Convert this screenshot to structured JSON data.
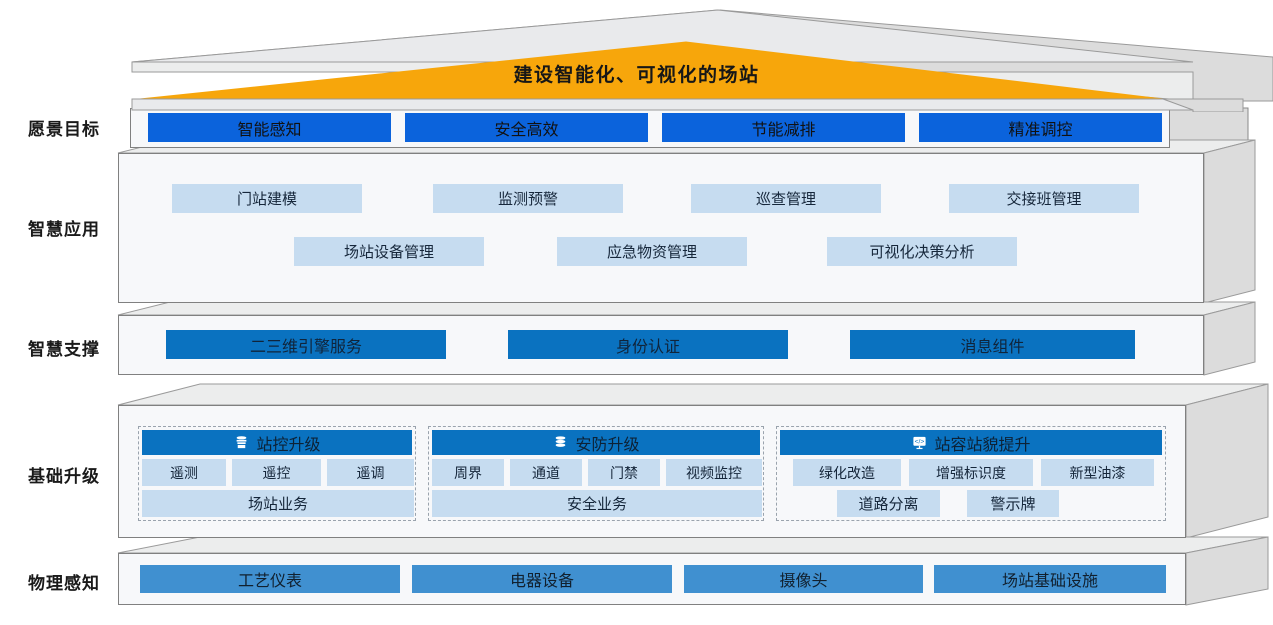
{
  "roof": {
    "title": "建设智能化、可视化的场站",
    "accent_color": "#F7A60B"
  },
  "tiers": [
    {
      "label": "愿景目标"
    },
    {
      "label": "智慧应用"
    },
    {
      "label": "智慧支撑"
    },
    {
      "label": "基础升级"
    },
    {
      "label": "物理感知"
    }
  ],
  "vision": {
    "items": [
      "智能感知",
      "安全高效",
      "节能减排",
      "精准调控"
    ],
    "color": "#0B63DC"
  },
  "application": {
    "row1": [
      "门站建模",
      "监测预警",
      "巡查管理",
      "交接班管理"
    ],
    "row2": [
      "场站设备管理",
      "应急物资管理",
      "可视化决策分析"
    ],
    "color": "#C6DCF0"
  },
  "support": {
    "items": [
      "二三维引擎服务",
      "身份认证",
      "消息组件"
    ],
    "color": "#0A72C0"
  },
  "basic": {
    "groups": [
      {
        "title": "站控升级",
        "icon": "database-stack-icon",
        "subitems": [
          "遥测",
          "遥控",
          "遥调"
        ],
        "band": "场站业务"
      },
      {
        "title": "安防升级",
        "icon": "layers-stack-icon",
        "subitems": [
          "周界",
          "通道",
          "门禁",
          "视频监控"
        ],
        "band": "安全业务"
      },
      {
        "title": "站容站貌提升",
        "icon": "code-brackets-icon",
        "subitems": [
          "绿化改造",
          "增强标识度",
          "新型油漆"
        ],
        "band2": [
          "道路分离",
          "警示牌"
        ]
      }
    ],
    "header_color": "#0A72C0",
    "sub_color": "#C6DCF0"
  },
  "physical": {
    "items": [
      "工艺仪表",
      "电器设备",
      "摄像头",
      "场站基础设施"
    ],
    "color": "#4090D0"
  }
}
